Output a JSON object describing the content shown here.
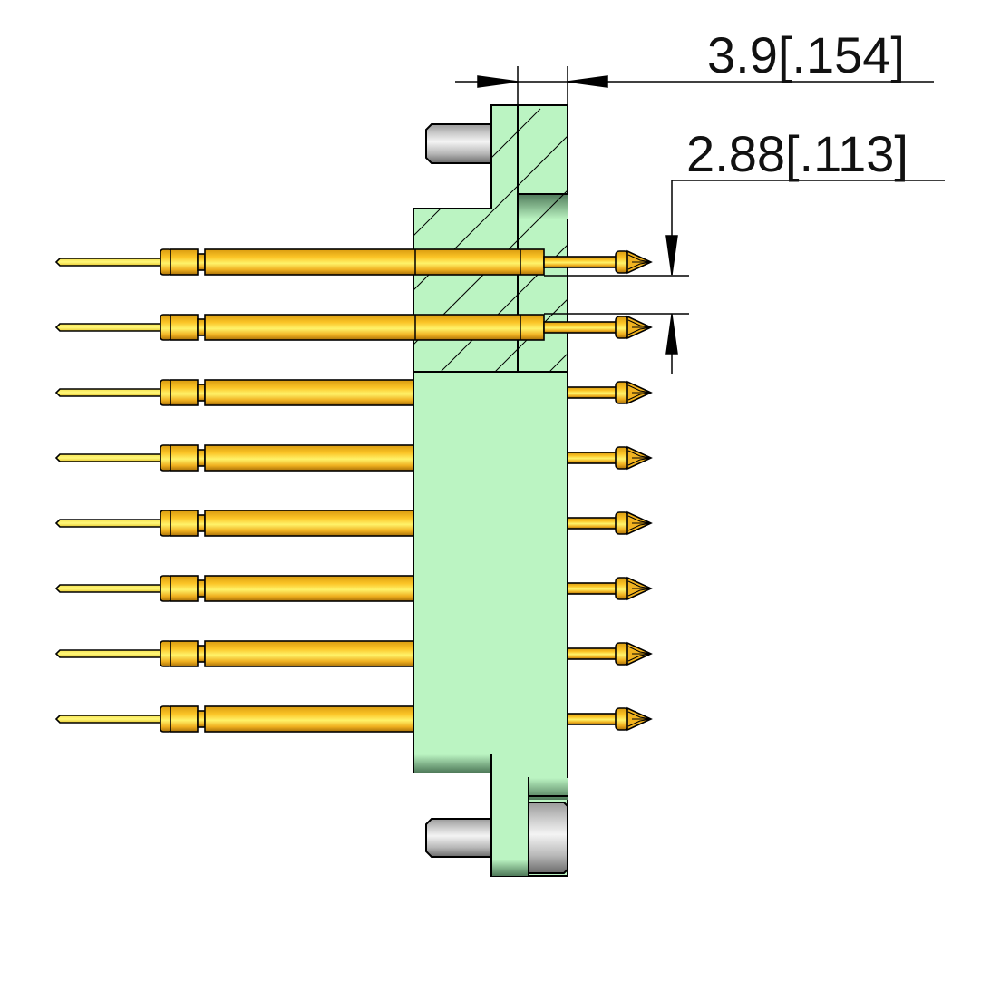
{
  "dimensions": {
    "width_label": "3.9[.154]",
    "height_label": "2.88[.113]"
  },
  "pins": {
    "count": 8,
    "sectioned_rows": 2
  },
  "colors": {
    "housing": "#bbf4c2",
    "housing_shadow": "#5e8a68",
    "gold": "#fbc426",
    "gold_light": "#fff36a",
    "steel": "#c8c8c8"
  }
}
